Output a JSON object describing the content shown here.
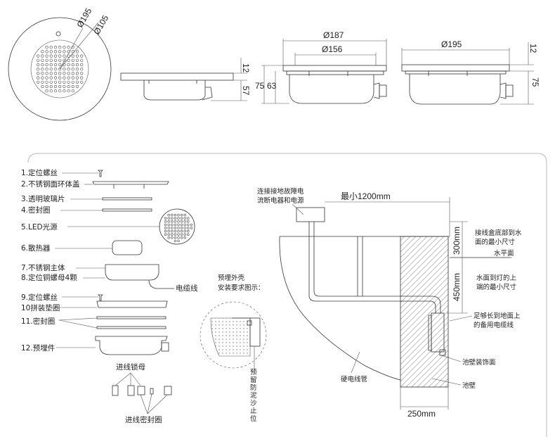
{
  "top_dims": {
    "d195": "Ø195",
    "d105": "Ø105",
    "h12_a": "12",
    "h57": "57",
    "d187": "Ø187",
    "d156": "Ø156",
    "h75_a": "75",
    "h63": "63",
    "d195_b": "Ø195",
    "h12_b": "12",
    "h75_b": "75"
  },
  "parts": [
    {
      "label": "1.定位螺丝"
    },
    {
      "label": "2.不锈钢面环体盖"
    },
    {
      "label": "3.透明玻璃片"
    },
    {
      "label": "4.密封圈"
    },
    {
      "label": "5.LED光源"
    },
    {
      "label": "6.散热器"
    },
    {
      "label": "7.不锈钢主体"
    },
    {
      "label": "8.定位铜螺母4颗"
    },
    {
      "label": "9.定位螺丝"
    },
    {
      "label": "10拼装垫圈"
    },
    {
      "label": "11.密封圈"
    },
    {
      "label": "12.预埋件"
    }
  ],
  "cable_label": "电缆线",
  "lock_nut_label": "进线锁母",
  "seal_ring_label": "进线密封圈",
  "housing_title_1": "预埋外壳",
  "housing_title_2": "安装要求图示：",
  "mud_text": [
    "预",
    "留",
    "防",
    "泥",
    "沙",
    "止",
    "位"
  ],
  "install": {
    "leak_1": "连接接地故障电",
    "leak_2": "流断电器和电源",
    "min_dist": "最小1200mm",
    "box_note_1": "接线盒底部到水",
    "box_note_2": "面的最小尺寸",
    "water_level": "水平面",
    "d300": "300mm",
    "d450": "450mm",
    "lamp_note_1": "水面到灯的上",
    "lamp_note_2": "端的最小尺寸",
    "cable_note_1": "足够长到地面上",
    "cable_note_2": "的备用电缆线",
    "wall_deco": "池壁装饰面",
    "pool_wall": "池壁",
    "conduit": "硬电线管",
    "d250": "250mm"
  }
}
